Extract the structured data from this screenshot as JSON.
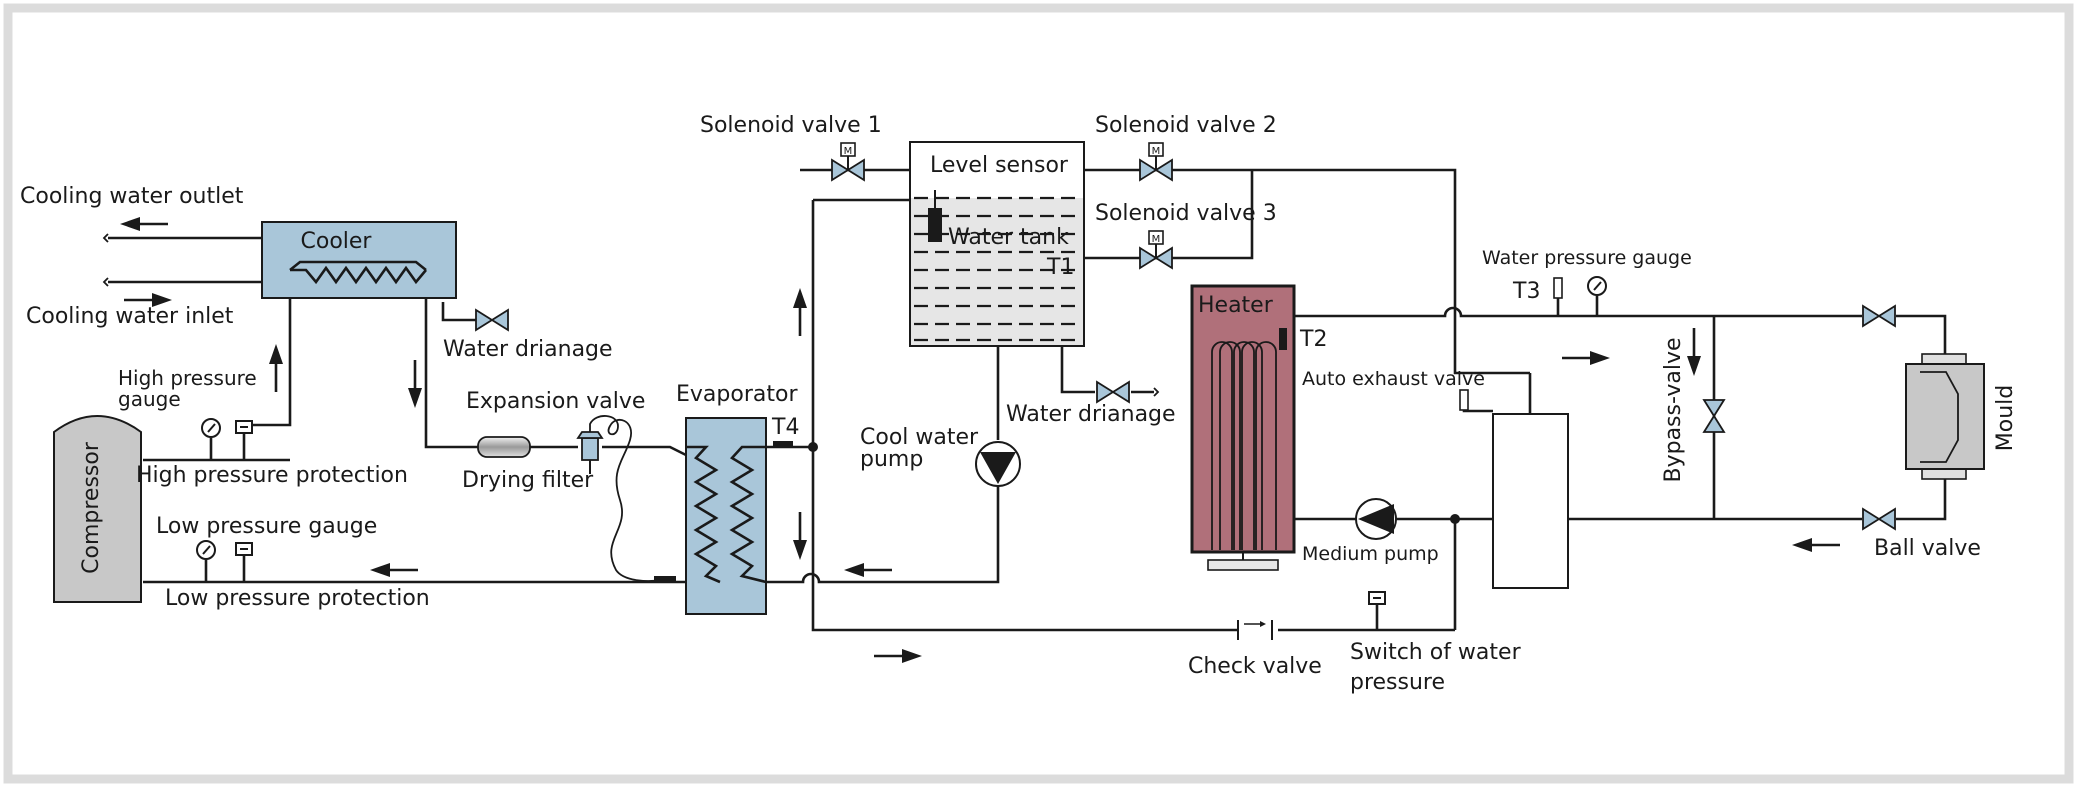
{
  "labels": {
    "cooling_water_outlet": "Cooling water outlet",
    "cooling_water_inlet": "Cooling water inlet",
    "cooler": "Cooler",
    "water_drainage_left": "Water drianage",
    "high_pressure_gauge_line1": "High pressure",
    "high_pressure_gauge_line2": "gauge",
    "high_pressure_protection": "High pressure protection",
    "compressor": "Compressor",
    "low_pressure_gauge": "Low pressure gauge",
    "low_pressure_protection": "Low pressure protection",
    "expansion_valve": "Expansion valve",
    "drying_filter": "Drying filter",
    "evaporator": "Evaporator",
    "t4": "T4",
    "solenoid_valve_1": "Solenoid valve 1",
    "solenoid_valve_2": "Solenoid valve 2",
    "solenoid_valve_3": "Solenoid valve 3",
    "level_sensor": "Level sensor",
    "water_tank": "Water tank",
    "t1": "T1",
    "cool_water_pump_line1": "Cool water",
    "cool_water_pump_line2": "pump",
    "water_drainage_right": "Water drianage",
    "heater": "Heater",
    "t2": "T2",
    "t3": "T3",
    "water_pressure_gauge": "Water pressure gauge",
    "auto_exhaust_valve": "Auto exhaust valve",
    "medium_pump": "Medium pump",
    "check_valve": "Check valve",
    "switch_of_water_pressure_line1": "Switch of water",
    "switch_of_water_pressure_line2": "pressure",
    "bypass_valve": "Bypass-valve",
    "mould": "Mould",
    "ball_valve": "Ball valve",
    "valve_marker": "M"
  },
  "colors": {
    "cooler_fill": "#a9c6d9",
    "evaporator_fill": "#a9c6d9",
    "heater_fill": "#b0707a",
    "compressor_fill": "#c8c8c8",
    "valve_fill": "#a9c6d9",
    "tank_water": "#e6e6e6",
    "frame": "#dcdcdc"
  }
}
